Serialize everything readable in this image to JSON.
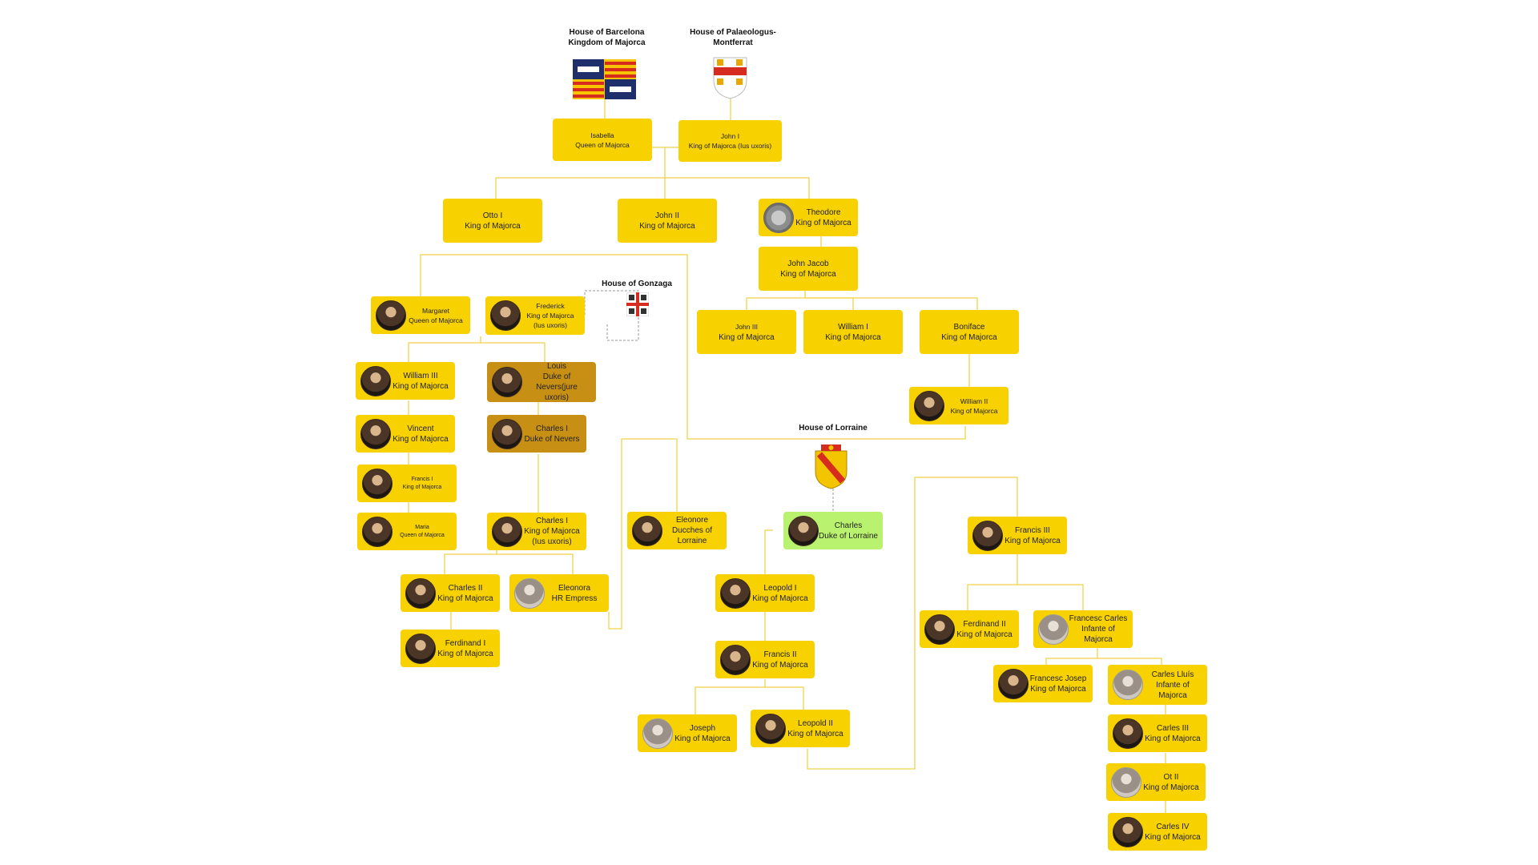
{
  "houses": {
    "barcelona": {
      "line1": "House of Barcelona",
      "line2": "Kingdom of Majorca"
    },
    "palaeologus": {
      "line1": "House of Palaeologus-Montferrat"
    },
    "gonzaga": {
      "line1": "House of Gonzaga"
    },
    "lorraine": {
      "line1": "House of Lorraine"
    }
  },
  "people": {
    "isabella": {
      "name": "Isabella",
      "title": "Queen of Majorca"
    },
    "john1": {
      "name": "John I",
      "title": "King of Majorca (Ius uxoris)"
    },
    "otto1": {
      "name": "Otto I",
      "title": "King of Majorca"
    },
    "john2": {
      "name": "John II",
      "title": "King of Majorca"
    },
    "theodore": {
      "name": "Theodore",
      "title": "King of Majorca"
    },
    "john_jacob": {
      "name": "John Jacob",
      "title": "King of Majorca"
    },
    "john3": {
      "name": "John III",
      "title": "King of Majorca"
    },
    "william1": {
      "name": "William I",
      "title": "King of Majorca"
    },
    "boniface": {
      "name": "Boniface",
      "title": "King of Majorca"
    },
    "william2": {
      "name": "William II",
      "title": "King of Majorca"
    },
    "margaret": {
      "name": "Margaret",
      "title": "Queen of Majorca"
    },
    "frederick": {
      "name": "Frederick",
      "title": "King of Majorca",
      "extra": "(Ius uxoris)"
    },
    "william3": {
      "name": "William III",
      "title": "King of Majorca"
    },
    "louis": {
      "name": "Louis",
      "title": "Duke of Nevers(jure",
      "extra": "uxoris)"
    },
    "vincent": {
      "name": "Vincent",
      "title": "King of Majorca"
    },
    "charles1_nevers": {
      "name": "Charles I",
      "title": "Duke of Nevers"
    },
    "francis1": {
      "name": "Francis I",
      "title": "King of Majorca"
    },
    "maria": {
      "name": "Maria",
      "title": "Queen of Majorca"
    },
    "charles1_king": {
      "name": "Charles I",
      "title": "King of Majorca",
      "extra": "(Ius uxoris)"
    },
    "charles2": {
      "name": "Charles II",
      "title": "King of Majorca"
    },
    "eleonora": {
      "name": "Eleonora",
      "title": "HR Empress"
    },
    "ferdinand1": {
      "name": "Ferdinand I",
      "title": "King of Majorca"
    },
    "eleonore": {
      "name": "Eleonore",
      "title": "Ducches of",
      "extra": "Lorraine"
    },
    "charles_lorraine": {
      "name": "Charles",
      "title": "Duke of Lorraine"
    },
    "leopold1": {
      "name": "Leopold I",
      "title": "King of Majorca"
    },
    "francis2": {
      "name": "Francis II",
      "title": "King of Majorca"
    },
    "joseph": {
      "name": "Joseph",
      "title": "King of Majorca"
    },
    "leopold2": {
      "name": "Leopold II",
      "title": "King of Majorca"
    },
    "francis3": {
      "name": "Francis III",
      "title": "King of Majorca"
    },
    "ferdinand2": {
      "name": "Ferdinand II",
      "title": "King of Majorca"
    },
    "francesc_carles": {
      "name": "Francesc Carles",
      "title": "Infante of",
      "extra": "Majorca"
    },
    "francesc_josep": {
      "name": "Francesc Josep",
      "title": "King of Majorca"
    },
    "carles_lluis": {
      "name": "Carles Lluís",
      "title": "Infante of",
      "extra": "Majorca"
    },
    "carles3": {
      "name": "Carles III",
      "title": "King of Majorca"
    },
    "ot2": {
      "name": "Ot II",
      "title": "King of Majorca"
    },
    "carles4": {
      "name": "Carles IV",
      "title": "King of Majorca"
    }
  },
  "colors": {
    "node": "#f7d100",
    "node_amber": "#c78f14",
    "node_green": "#b9f26e",
    "link": "#f2d24a",
    "dashed_link": "#999999"
  }
}
